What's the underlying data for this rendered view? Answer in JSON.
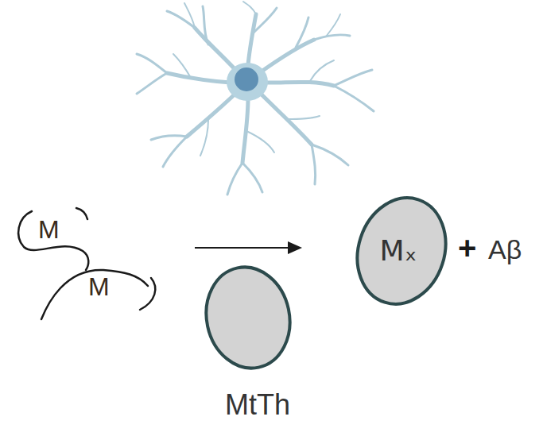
{
  "diagram": {
    "nodes": [
      {
        "text": [
          "MtTh"
        ]
      },
      {
        "text": [
          "Mₓ"
        ]
      }
    ],
    "labels": [
      "M",
      "M",
      "+",
      "Aβ"
    ]
  }
}
